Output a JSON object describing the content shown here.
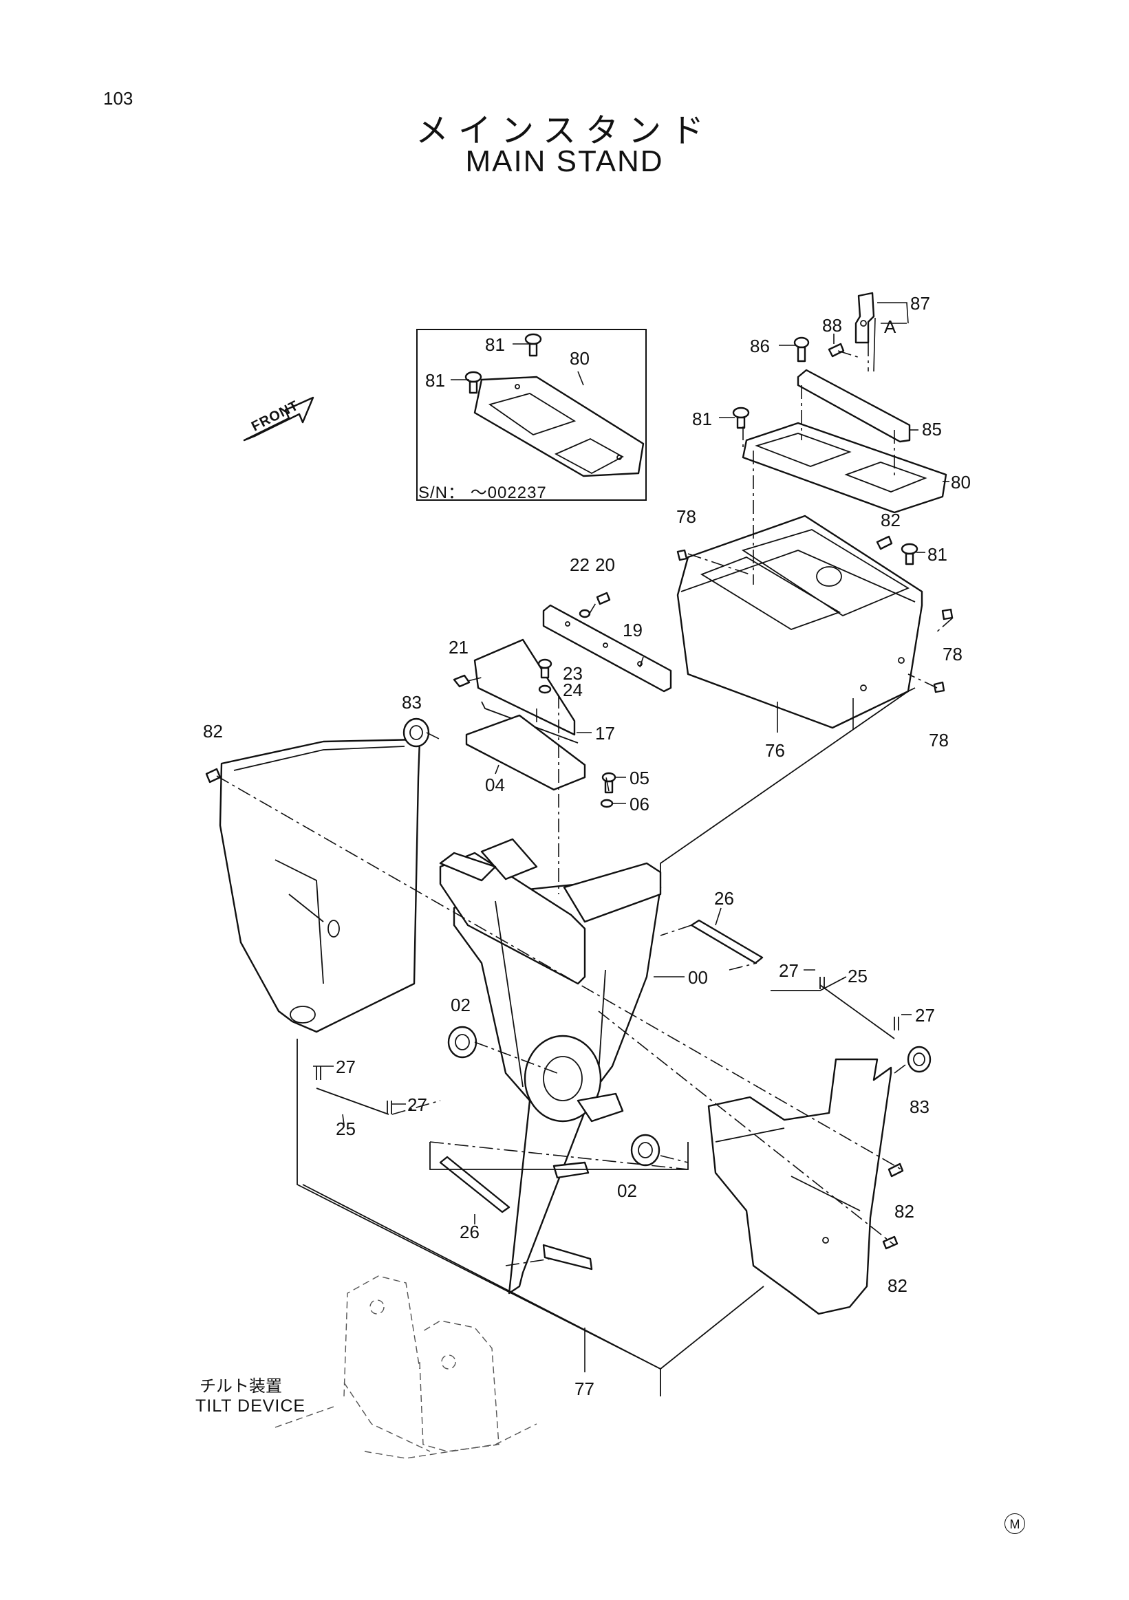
{
  "page_number": "103",
  "title_jp": "メインスタンド",
  "title_en": "MAIN STAND",
  "front_label": "FRONT",
  "inset_serial": "S/N： ～002237",
  "tilt_label_jp": "チルト装置",
  "tilt_label_en": "TILT DEVICE",
  "mark": "M",
  "view_label": "A",
  "labels": {
    "l00": "00",
    "l02a": "02",
    "l02b": "02",
    "l04": "04",
    "l05": "05",
    "l06": "06",
    "l17": "17",
    "l19": "19",
    "l20": "20",
    "l21": "21",
    "l22": "22",
    "l23": "23",
    "l24": "24",
    "l25a": "25",
    "l25b": "25",
    "l26a": "26",
    "l26b": "26",
    "l27a": "27",
    "l27b": "27",
    "l27c": "27",
    "l27d": "27",
    "l76": "76",
    "l77": "77",
    "l78a": "78",
    "l78b": "78",
    "l78c": "78",
    "l80a": "80",
    "l80b": "80",
    "l81a": "81",
    "l81b": "81",
    "l81c": "81",
    "l81d": "81",
    "l82a": "82",
    "l82b": "82",
    "l82c": "82",
    "l82d": "82",
    "l83a": "83",
    "l83b": "83",
    "l85": "85",
    "l86": "86",
    "l87": "87",
    "l88": "88"
  }
}
